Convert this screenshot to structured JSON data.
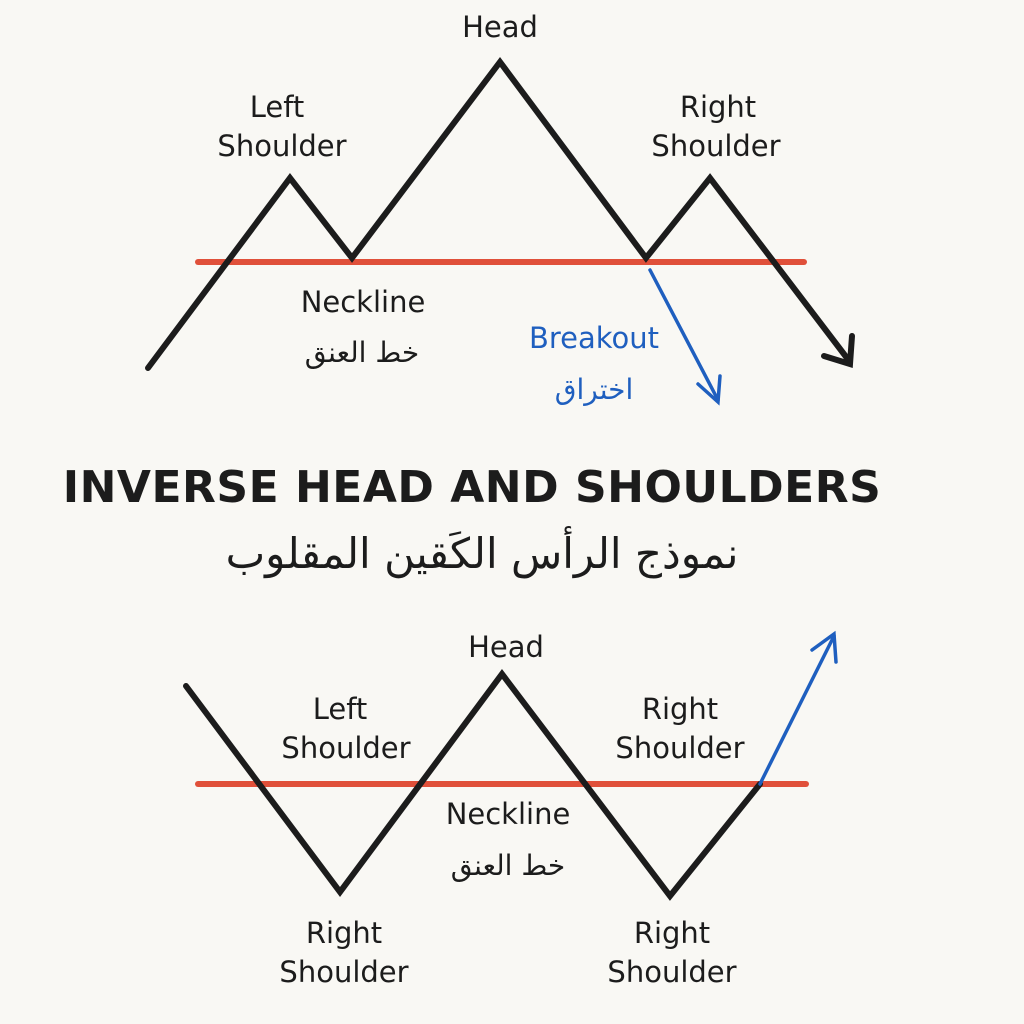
{
  "colors": {
    "price_line": "#1c1c1c",
    "neckline": "#e0503a",
    "breakout": "#1f5fbf",
    "background": "#f9f8f4"
  },
  "top": {
    "head": "Head",
    "left_shoulder": [
      "Left",
      "Shoulder"
    ],
    "right_shoulder": [
      "Right",
      "Shoulder"
    ],
    "neckline": "Neckline",
    "neckline_ar": "خط العنق",
    "breakout": "Breakout",
    "breakout_ar": "اختراق"
  },
  "title": "INVERSE HEAD AND SHOULDERS",
  "title_ar": "نموذج الرأس الكَقين المقلوب",
  "bottom": {
    "head": "Head",
    "left_shoulder": [
      "Left",
      "Shoulder"
    ],
    "right_shoulder": [
      "Right",
      "Shoulder"
    ],
    "neckline": "Neckline",
    "neckline_ar": "خط العنق",
    "low_left": [
      "Right",
      "Shoulder"
    ],
    "low_right": [
      "Right",
      "Shoulder"
    ]
  }
}
